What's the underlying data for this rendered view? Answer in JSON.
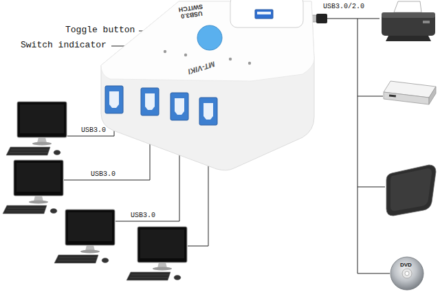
{
  "diagram": {
    "nodes": [
      {
        "text": [
          "USB3.0 SWITCH",
          "MT-VIKI"
        ]
      }
    ],
    "labels": [
      "Toggle button",
      "Switch indicator",
      "USB3.0/2.0",
      "USB3.0",
      "USB3.0",
      "USB3.0",
      "DVD"
    ]
  }
}
